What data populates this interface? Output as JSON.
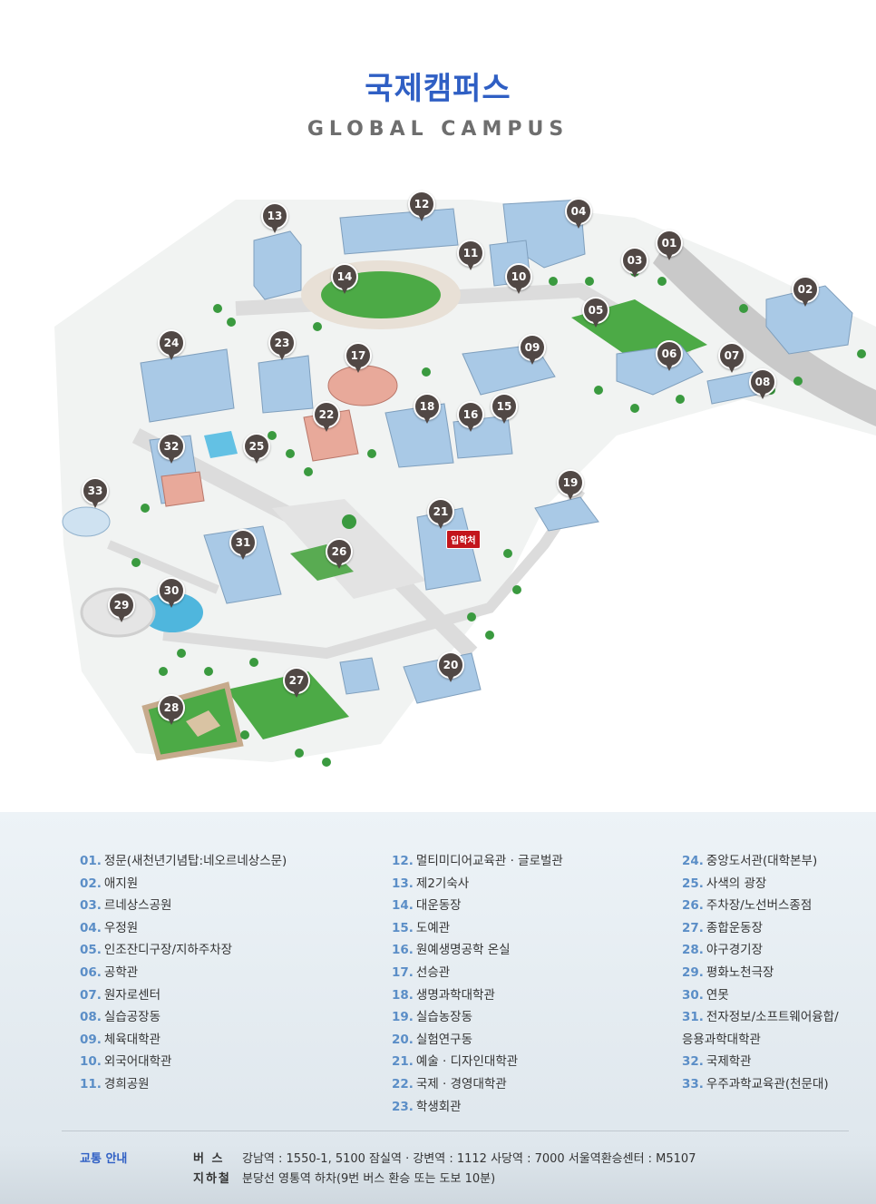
{
  "header": {
    "title_ko": "국제캠퍼스",
    "title_en": "GLOBAL CAMPUS"
  },
  "map": {
    "colors": {
      "pin": "#514845",
      "road": "#d6d6d6",
      "grass": "#4caa46",
      "building": "#a9c9e6",
      "tree": "#3a9a3f",
      "badge": "#c3161c"
    },
    "pins": [
      "01",
      "02",
      "03",
      "04",
      "05",
      "06",
      "07",
      "08",
      "09",
      "10",
      "11",
      "12",
      "13",
      "14",
      "15",
      "16",
      "17",
      "18",
      "19",
      "20",
      "21",
      "22",
      "23",
      "24",
      "25",
      "26",
      "27",
      "28",
      "29",
      "30",
      "31",
      "32",
      "33"
    ],
    "badge_label": "입학처"
  },
  "legend": {
    "columns": [
      [
        {
          "num": "01.",
          "name": "정문(새천년기념탑:네오르네상스문)"
        },
        {
          "num": "02.",
          "name": "애지원"
        },
        {
          "num": "03.",
          "name": "르네상스공원"
        },
        {
          "num": "04.",
          "name": "우정원"
        },
        {
          "num": "05.",
          "name": "인조잔디구장/지하주차장"
        },
        {
          "num": "06.",
          "name": "공학관"
        },
        {
          "num": "07.",
          "name": "원자로센터"
        },
        {
          "num": "08.",
          "name": "실습공장동"
        },
        {
          "num": "09.",
          "name": "체육대학관"
        },
        {
          "num": "10.",
          "name": "외국어대학관"
        },
        {
          "num": "11.",
          "name": "경희공원"
        }
      ],
      [
        {
          "num": "12.",
          "name": "멀티미디어교육관 · 글로벌관"
        },
        {
          "num": "13.",
          "name": "제2기숙사"
        },
        {
          "num": "14.",
          "name": "대운동장"
        },
        {
          "num": "15.",
          "name": "도예관"
        },
        {
          "num": "16.",
          "name": "원예생명공학 온실"
        },
        {
          "num": "17.",
          "name": "선승관"
        },
        {
          "num": "18.",
          "name": "생명과학대학관"
        },
        {
          "num": "19.",
          "name": "실습농장동"
        },
        {
          "num": "20.",
          "name": "실험연구동"
        },
        {
          "num": "21.",
          "name": "예술 · 디자인대학관"
        },
        {
          "num": "22.",
          "name": "국제 · 경영대학관"
        },
        {
          "num": "23.",
          "name": "학생회관"
        }
      ],
      [
        {
          "num": "24.",
          "name": "중앙도서관(대학본부)"
        },
        {
          "num": "25.",
          "name": "사색의 광장"
        },
        {
          "num": "26.",
          "name": "주차장/노선버스종점"
        },
        {
          "num": "27.",
          "name": "종합운동장"
        },
        {
          "num": "28.",
          "name": "야구경기장"
        },
        {
          "num": "29.",
          "name": "평화노천극장"
        },
        {
          "num": "30.",
          "name": "연못"
        },
        {
          "num": "31.",
          "name": "전자정보/소프트웨어융합/",
          "cont": "응용과학대학관"
        },
        {
          "num": "32.",
          "name": "국제학관"
        },
        {
          "num": "33.",
          "name": "우주과학교육관(천문대)"
        }
      ]
    ],
    "transit": {
      "title": "교통 안내",
      "bus_label": "버 스",
      "bus_text": "강남역 : 1550-1, 5100     잠실역 · 강변역 : 1112     사당역 : 7000     서울역환승센터 : M5107",
      "subway_label": "지하철",
      "subway_text": "분당선 영통역 하차(9번 버스 환승 또는 도보 10분)"
    }
  }
}
